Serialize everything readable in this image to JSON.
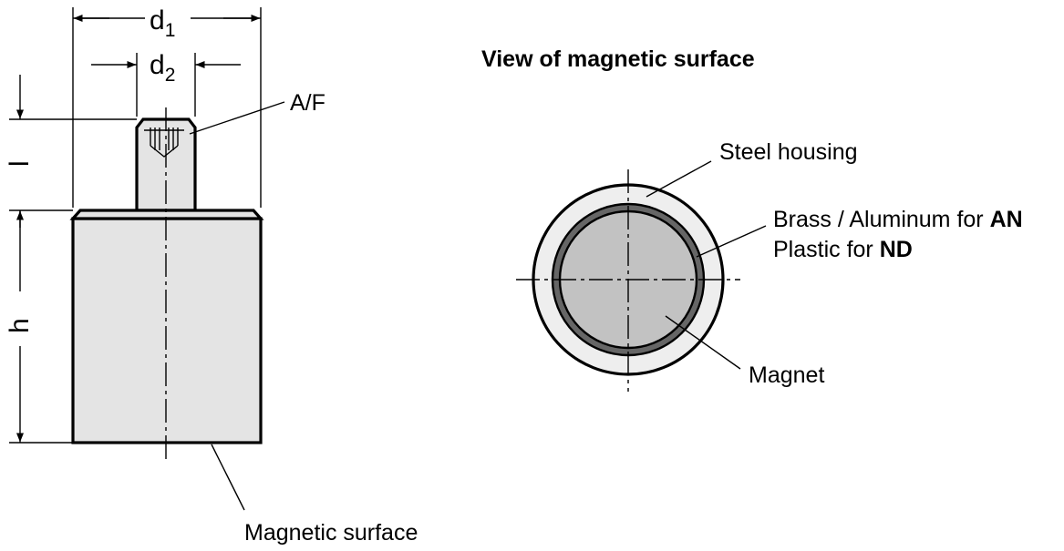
{
  "side_view": {
    "d1": {
      "symbol": "d",
      "subscript": "1"
    },
    "d2": {
      "symbol": "d",
      "subscript": "2"
    },
    "l": "l",
    "h": "h",
    "af": "A/F",
    "magnetic_surface": "Magnetic surface"
  },
  "face_view": {
    "title": "View of magnetic surface",
    "steel_housing": "Steel housing",
    "insert_line1_prefix": "Brass / Aluminum for ",
    "insert_line1_bold": "AN",
    "insert_line2_prefix": "Plastic for ",
    "insert_line2_bold": "ND",
    "magnet": "Magnet"
  },
  "colors": {
    "body_fill": "#e4e4e4",
    "magnet_fill": "#c2c2c2",
    "insert_ring": "#666666",
    "housing_fill": "#eeeeee",
    "line": "#000000"
  }
}
